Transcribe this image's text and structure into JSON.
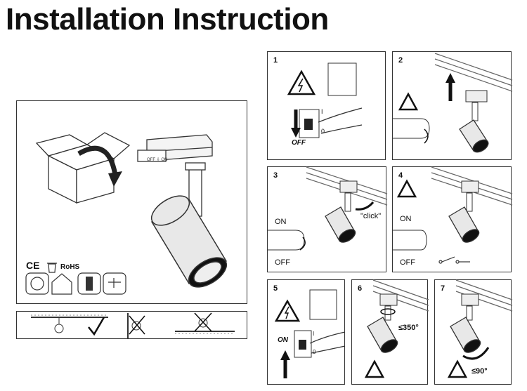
{
  "title": "Installation Instruction",
  "main_panel": {
    "certifications": [
      "CE",
      "RoHS"
    ]
  },
  "steps": [
    {
      "num": "1",
      "labels": [
        "OFF"
      ]
    },
    {
      "num": "2",
      "labels": []
    },
    {
      "num": "3",
      "labels": [
        "\"click\"",
        "ON",
        "OFF"
      ]
    },
    {
      "num": "4",
      "labels": [
        "ON",
        "OFF"
      ]
    },
    {
      "num": "5",
      "labels": [
        "ON"
      ]
    },
    {
      "num": "6",
      "labels": [
        "≤350°"
      ]
    },
    {
      "num": "7",
      "labels": [
        "≤90°"
      ]
    }
  ],
  "switch_text": {
    "on": "I",
    "off": "0"
  },
  "colors": {
    "line": "#333333",
    "fixture": "#e8e8e8",
    "hatch": "#888888"
  }
}
